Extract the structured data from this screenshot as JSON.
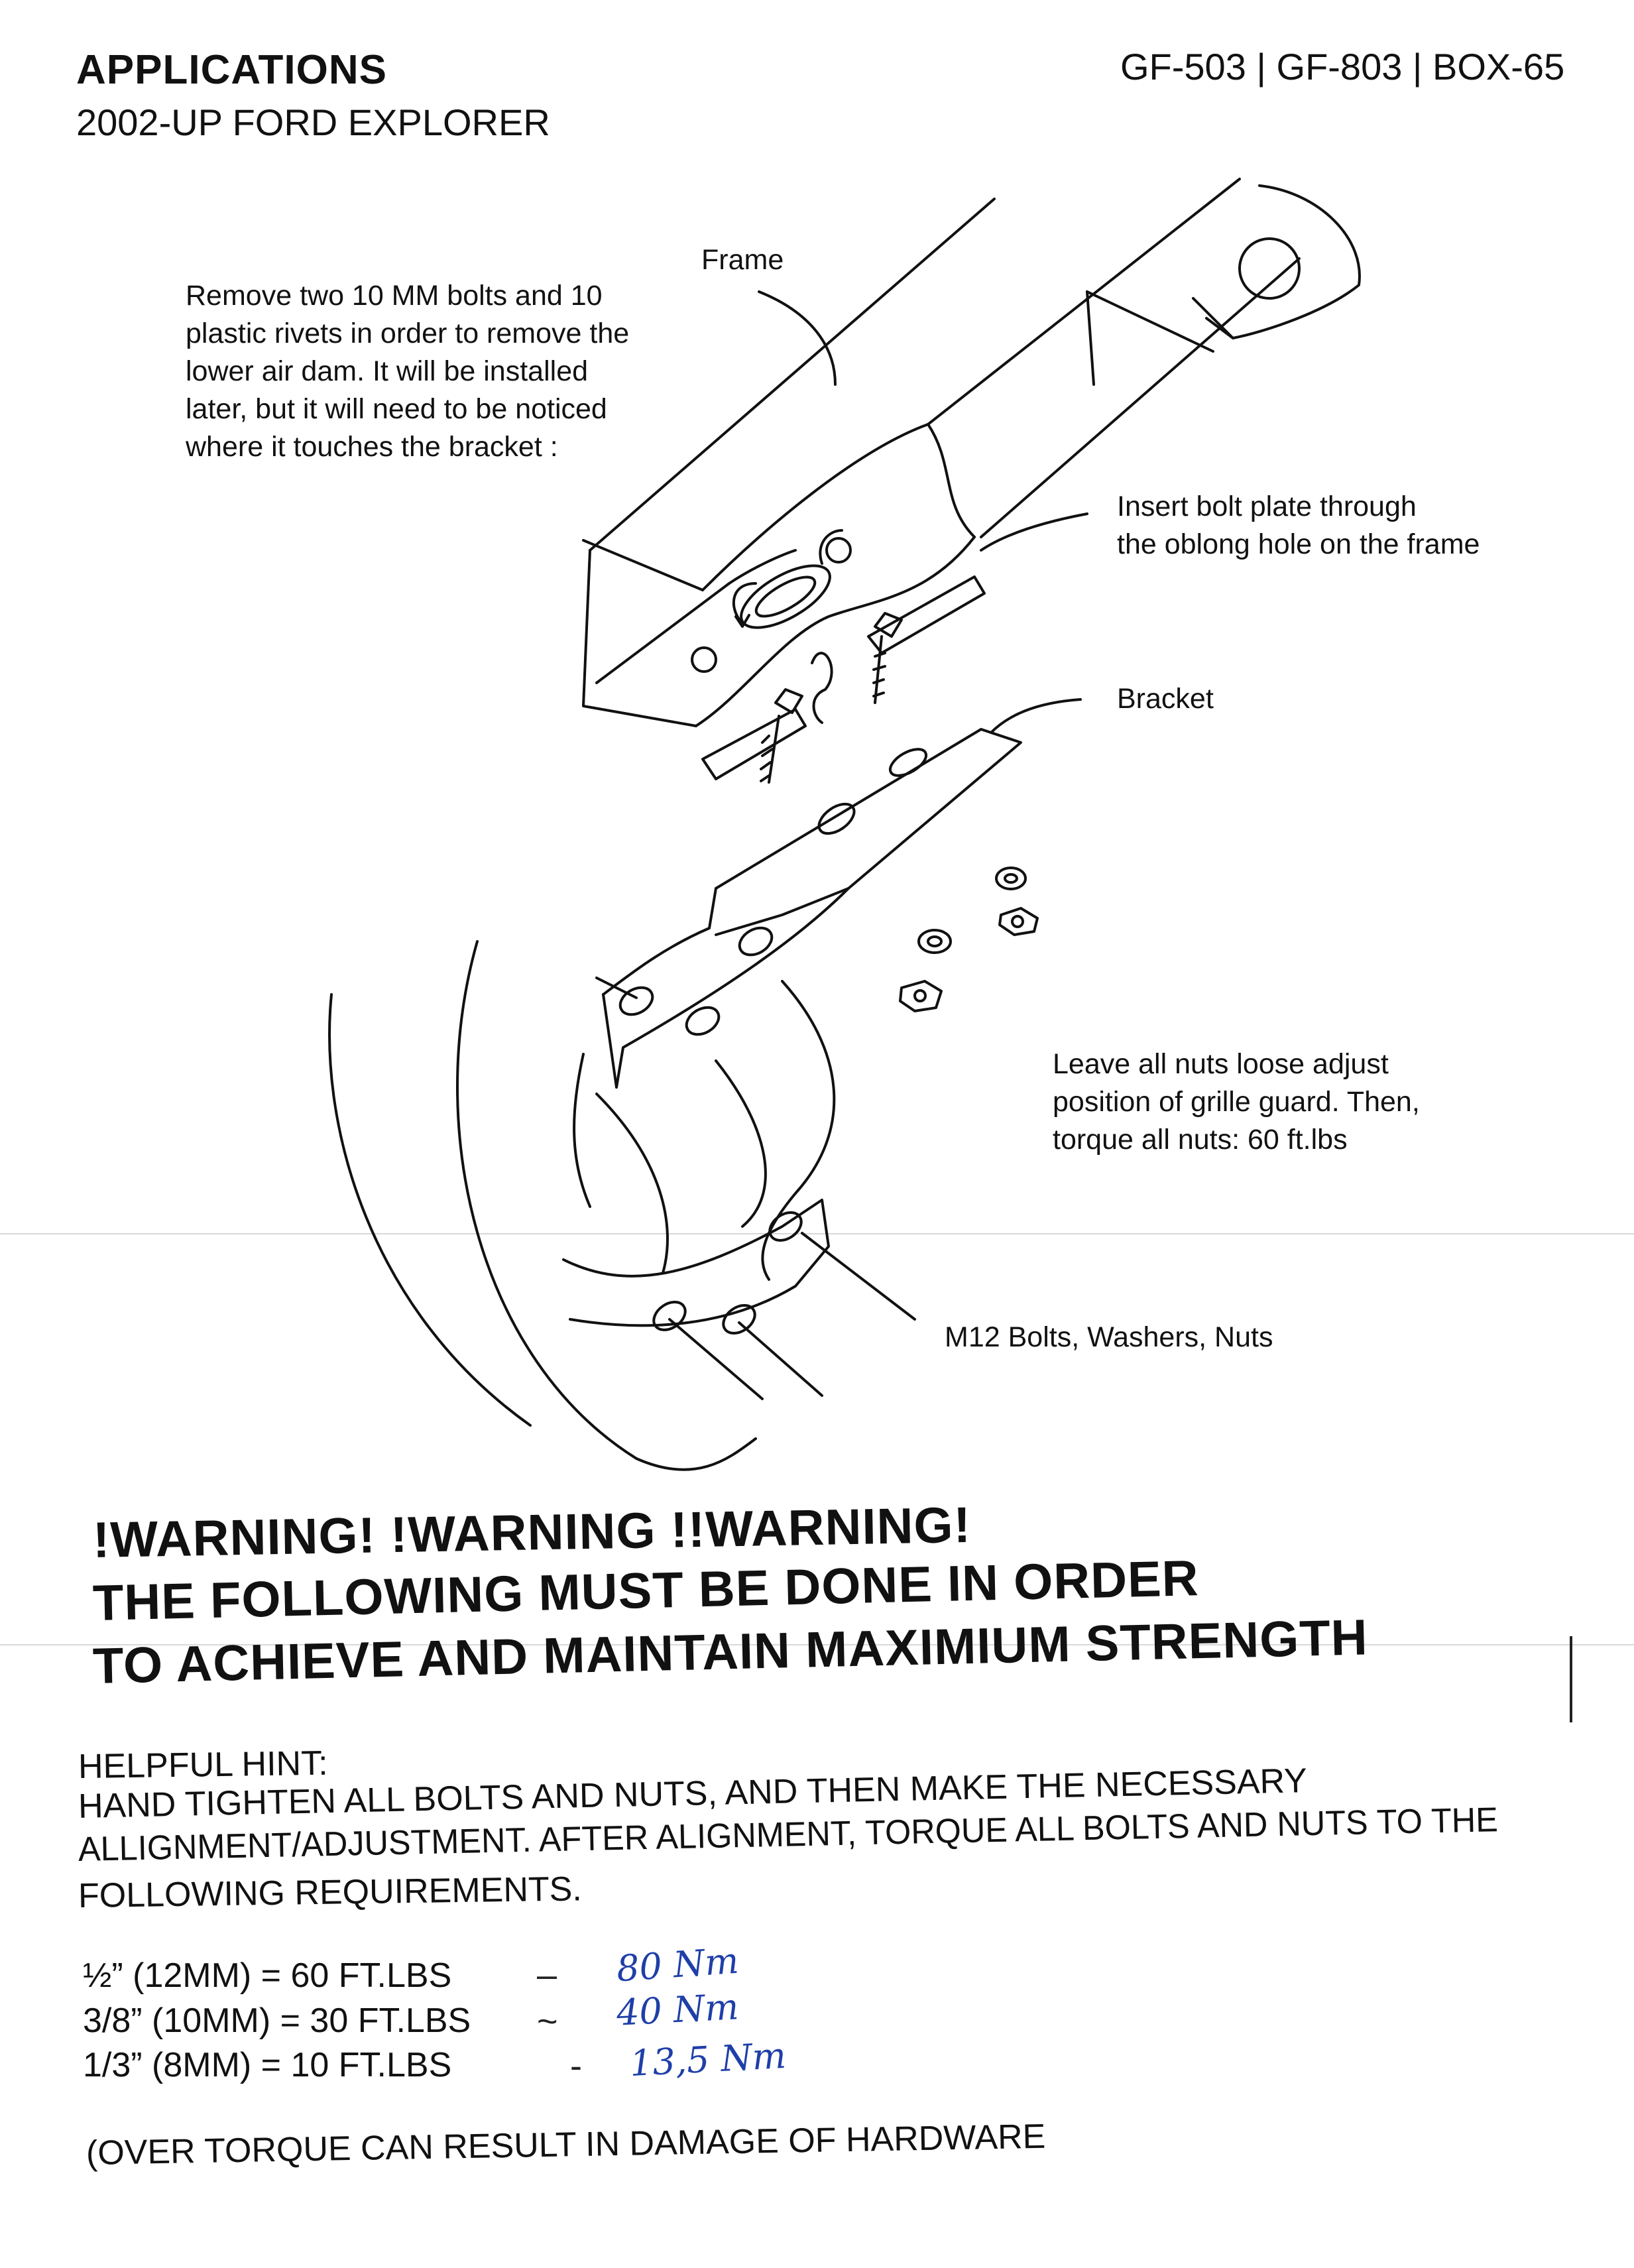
{
  "header": {
    "title": "APPLICATIONS",
    "subtitle": "2002-UP FORD EXPLORER",
    "models": "GF-503 | GF-803 | BOX-65"
  },
  "diagram": {
    "note_lines": [
      "Remove two 10 MM bolts and 10",
      "plastic rivets in order to remove the",
      "lower air dam. It will be installed",
      "later, but it will need to be noticed",
      "where it touches the bracket :"
    ],
    "frame_label": "Frame",
    "insert_lines": [
      "Insert bolt plate through",
      "the oblong hole on the frame"
    ],
    "bracket_label": "Bracket",
    "leave_lines": [
      "Leave all nuts loose adjust",
      "position of grille guard. Then,",
      "torque all nuts: 60 ft.lbs"
    ],
    "bolts_label": "M12 Bolts, Washers, Nuts"
  },
  "warning": {
    "line1": "!WARNING! !WARNING !!WARNING!",
    "line2": "THE FOLLOWING MUST BE DONE IN ORDER",
    "line3": "TO ACHIEVE AND MAINTAIN MAXIMIUM STRENGTH"
  },
  "hint": {
    "heading": "HELPFUL HINT:",
    "line1": "HAND TIGHTEN ALL BOLTS AND NUTS, AND THEN MAKE THE NECESSARY",
    "line2": "ALLIGNMENT/ADJUSTMENT. AFTER ALIGNMENT, TORQUE ALL BOLTS AND NUTS TO THE",
    "line3": "FOLLOWING REQUIREMENTS."
  },
  "torque_specs": [
    {
      "size": "½” (12MM) = 60 FT.LBS",
      "handwritten": "80 Nm"
    },
    {
      "size": "3/8” (10MM) = 30 FT.LBS",
      "handwritten": "40 Nm"
    },
    {
      "size": "1/3” (8MM) = 10 FT.LBS",
      "handwritten": "13,5 Nm"
    }
  ],
  "footer": "(OVER TORQUE CAN RESULT IN DAMAGE OF HARDWARE",
  "colors": {
    "ink": "#111111",
    "handwriting": "#1f3fa8"
  }
}
